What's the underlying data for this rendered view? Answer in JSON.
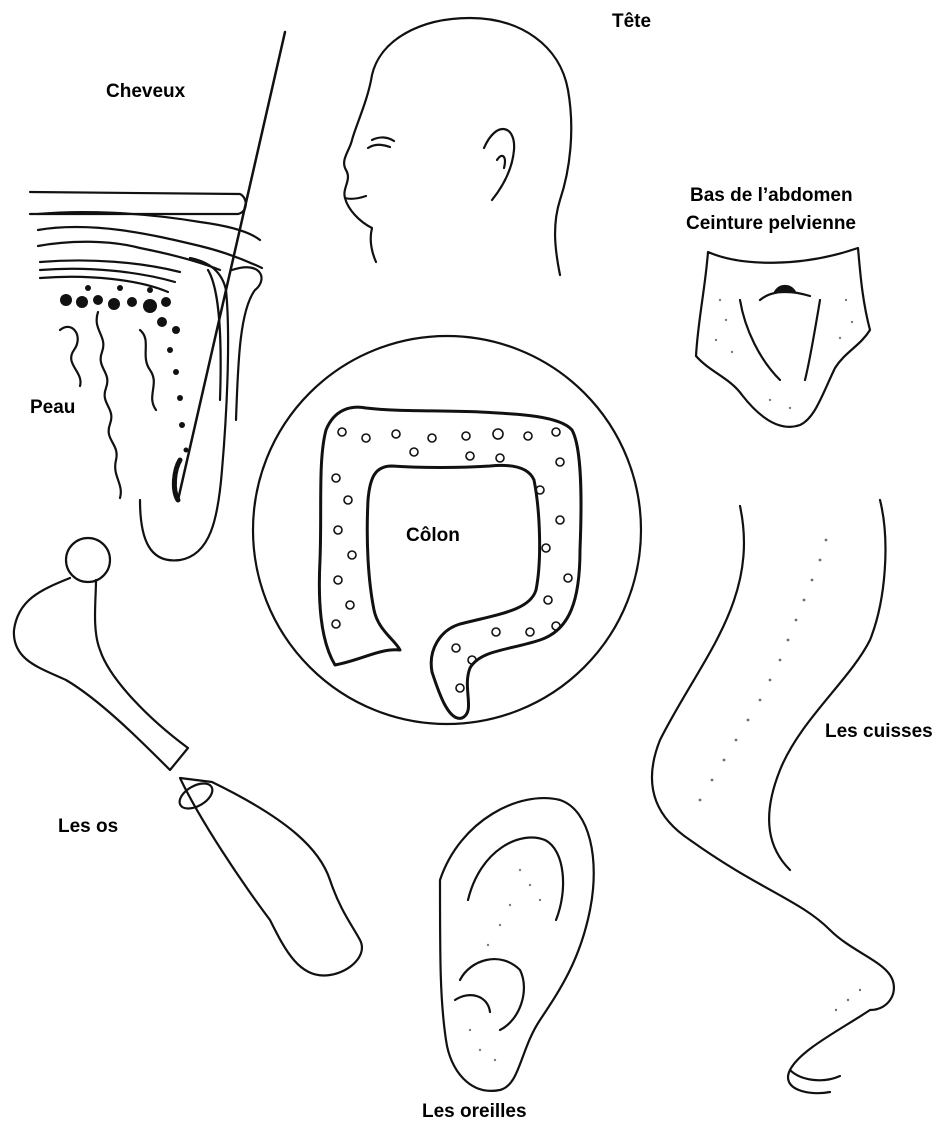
{
  "labels": {
    "head": "Tête",
    "hair": "Cheveux",
    "abdomen_line1": "Bas de l’abdomen",
    "abdomen_line2": "Ceinture pelvienne",
    "skin": "Peau",
    "colon": "Côlon",
    "thighs": "Les cuisses",
    "bones": "Les os",
    "ears": "Les oreilles"
  },
  "colors": {
    "ink": "#000000",
    "paper": "#ffffff"
  }
}
